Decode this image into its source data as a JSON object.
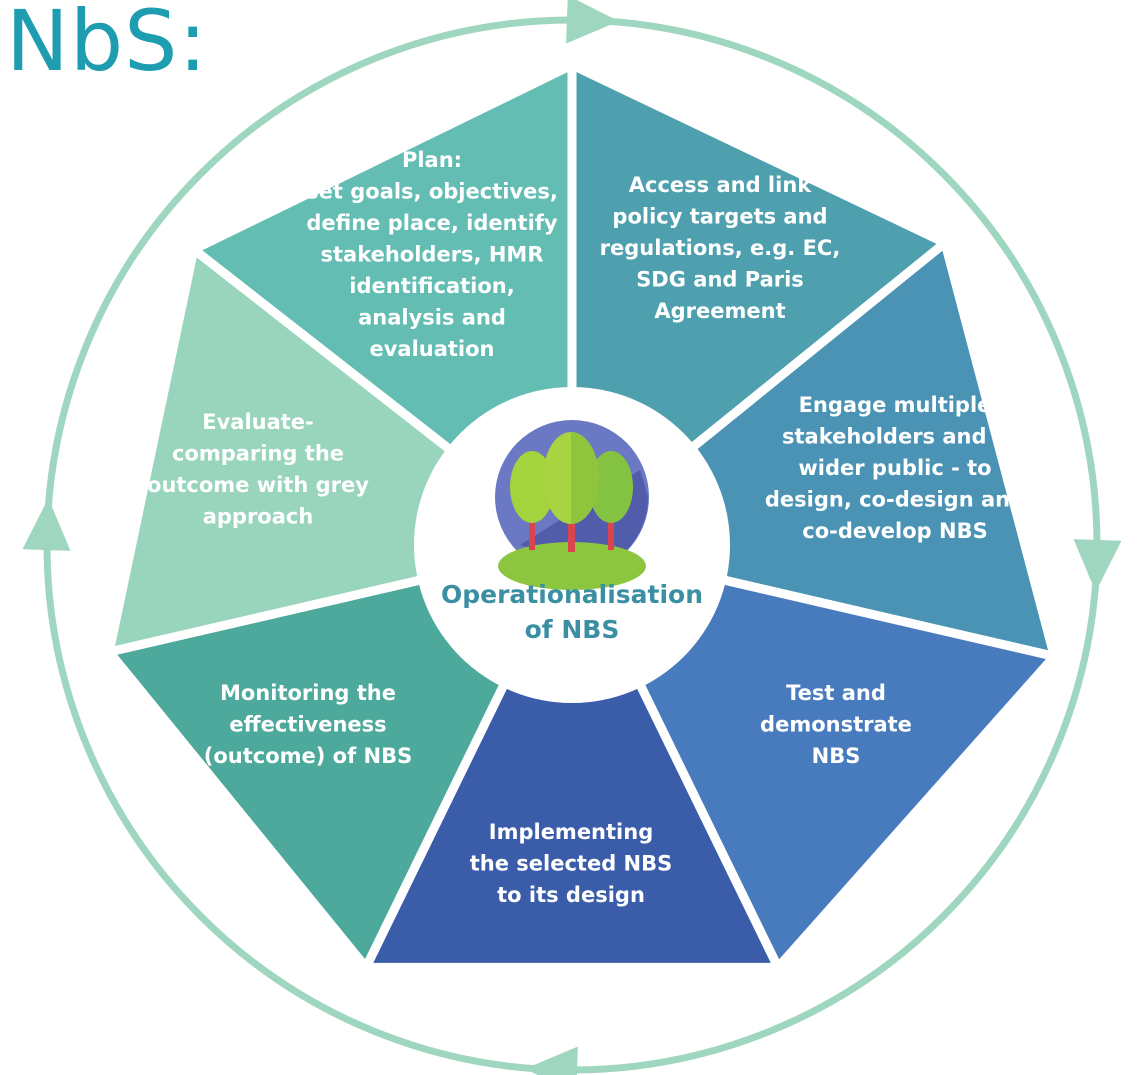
{
  "heading": "NbS:",
  "center": {
    "lines": [
      "Operationalisation",
      "of NBS"
    ],
    "icon": "trees-icon"
  },
  "colors": {
    "heading": "#1e9db0",
    "cycle": "#9fd6c0",
    "center_text": "#3a8fa3",
    "plan": "#63bdb3",
    "access": "#4fa0ae",
    "engage": "#4b93b4",
    "test": "#487bbd",
    "implement": "#3a5ca9",
    "monitor": "#4ea99d",
    "evaluate": "#99d4bd"
  },
  "segments": [
    {
      "id": "plan",
      "lines": [
        "Plan:",
        "set goals, objectives,",
        "define place, identify",
        "stakeholders, HMR",
        "identification,",
        "analysis and",
        "evaluation"
      ]
    },
    {
      "id": "access",
      "lines": [
        "Access and link",
        "policy targets and",
        "regulations, e.g. EC,",
        "SDG and Paris",
        "Agreement"
      ]
    },
    {
      "id": "engage",
      "lines": [
        "Engage multiple",
        "stakeholders and a",
        "wider public - to",
        "design, co-design and",
        "co-develop NBS"
      ]
    },
    {
      "id": "test",
      "lines": [
        "Test and",
        "demonstrate",
        "NBS"
      ]
    },
    {
      "id": "implement",
      "lines": [
        "Implementing",
        "the selected NBS",
        "to its design"
      ]
    },
    {
      "id": "monitor",
      "lines": [
        "Monitoring the",
        "effectiveness",
        "(outcome) of NBS"
      ]
    },
    {
      "id": "evaluate",
      "lines": [
        "Evaluate-",
        "comparing the",
        "outcome with grey",
        "approach"
      ]
    }
  ]
}
